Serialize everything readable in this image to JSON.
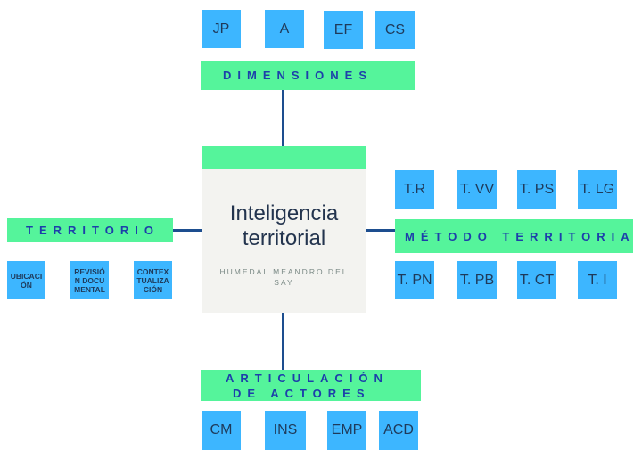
{
  "center": {
    "title_line1": "Inteligencia",
    "title_line2": "territorial",
    "subtitle": "HUMEDAL MEANDRO DEL SAY"
  },
  "dimensiones": {
    "label": "DIMENSIONES",
    "items": [
      "JP",
      "A",
      "EF",
      "CS"
    ]
  },
  "territorio": {
    "label": "TERRITORIO",
    "items": [
      "UBICACIÓN",
      "REVISIÓN DOCUMENTAL",
      "CONTEXTUALIZACIÓN"
    ]
  },
  "metodo": {
    "label": "MÉTODO TERRITORIAL",
    "items_top": [
      "T.R",
      "T. VV",
      "T. PS",
      "T. LG"
    ],
    "items_bottom": [
      "T. PN",
      "T. PB",
      "T. CT",
      "T. I"
    ]
  },
  "articulacion": {
    "label_line1": "ARTICULACIÓN",
    "label_line2": "DE ACTORES",
    "items": [
      "CM",
      "INS",
      "EMP",
      "ACD"
    ]
  },
  "colors": {
    "box": "#3db6ff",
    "band": "#55f49b",
    "band_text": "#1d3faa",
    "line": "#1d4e8f"
  }
}
